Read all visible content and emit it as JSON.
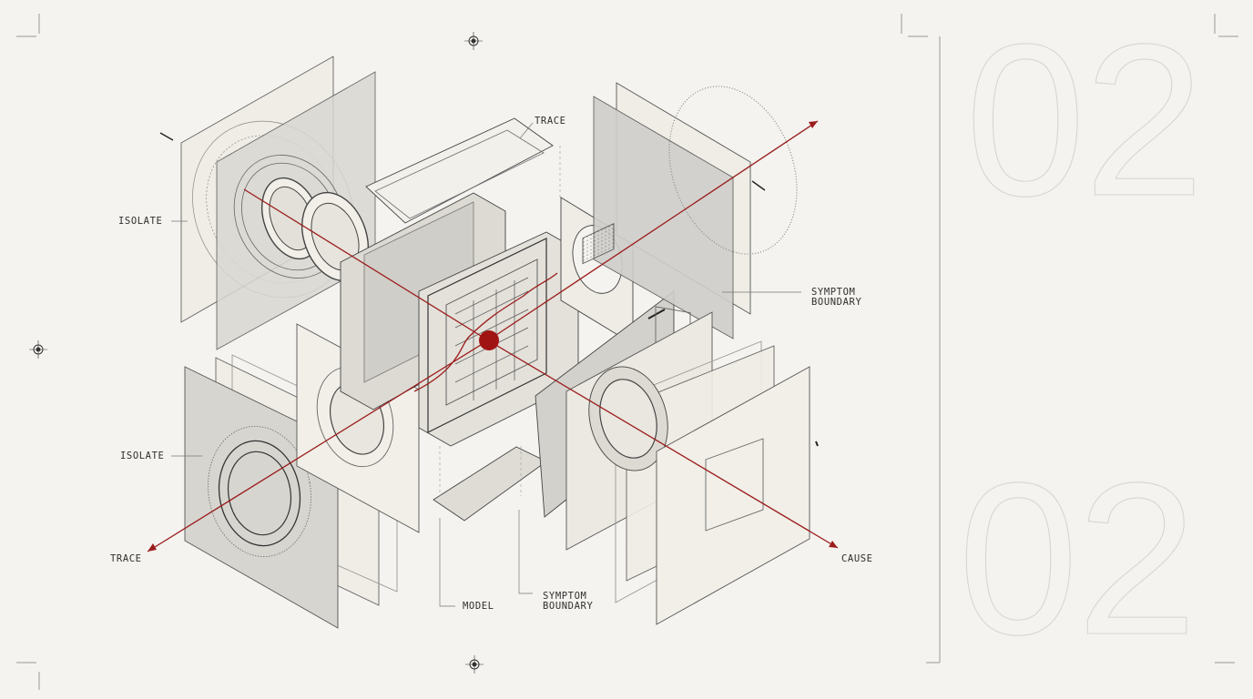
{
  "labels": {
    "trace_top": "TRACE",
    "isolate_upper": "ISOLATE",
    "isolate_lower": "ISOLATE",
    "trace_left": "TRACE",
    "symptom_right_1": "SYMPTOM",
    "symptom_right_2": "BOUNDARY",
    "model": "MODEL",
    "symptom_bottom_1": "SYMPTOM",
    "symptom_bottom_2": "BOUNDARY",
    "cause": "CAUSE"
  },
  "big_number_top": "02",
  "big_number_bottom": "02",
  "colors": {
    "background": "#f4f3ef",
    "ink": "#3a3a3a",
    "accent_red": "#9b1c1c",
    "panel_fill": "#e9e7df",
    "panel_fill_dark": "#d9d8d3"
  },
  "icons": [
    "registration-target-icon",
    "corner-crop-mark-icon"
  ]
}
